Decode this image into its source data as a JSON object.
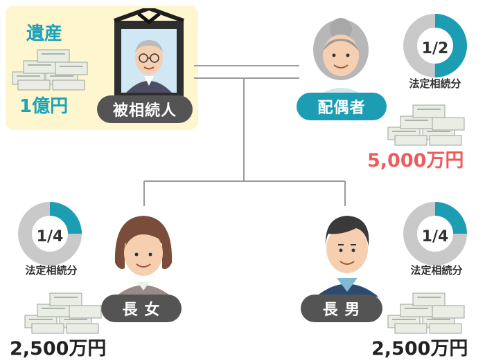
{
  "estate": {
    "title": "遺産",
    "amount": "1億円"
  },
  "decedent": {
    "label": "被相続人"
  },
  "spouse": {
    "label": "配偶者",
    "share_fraction": "1/2",
    "share_value": 0.5,
    "share_label": "法定相続分",
    "amount": "5,000万円"
  },
  "daughter": {
    "label": "長 女",
    "share_fraction": "1/4",
    "share_value": 0.25,
    "share_label": "法定相続分",
    "amount": "2,500万円"
  },
  "son": {
    "label": "長 男",
    "share_fraction": "1/4",
    "share_value": 0.25,
    "share_label": "法定相続分",
    "amount": "2,500万円"
  },
  "colors": {
    "accent": "#1c9db3",
    "highlight": "#ef5a5a",
    "pill_dark": "#545454",
    "estate_bg": "#fdf6cf"
  },
  "icons": [
    "money-stack-icon",
    "memorial-portrait-icon",
    "elderly-woman-icon",
    "woman-icon",
    "man-icon",
    "share-donut-icon"
  ]
}
